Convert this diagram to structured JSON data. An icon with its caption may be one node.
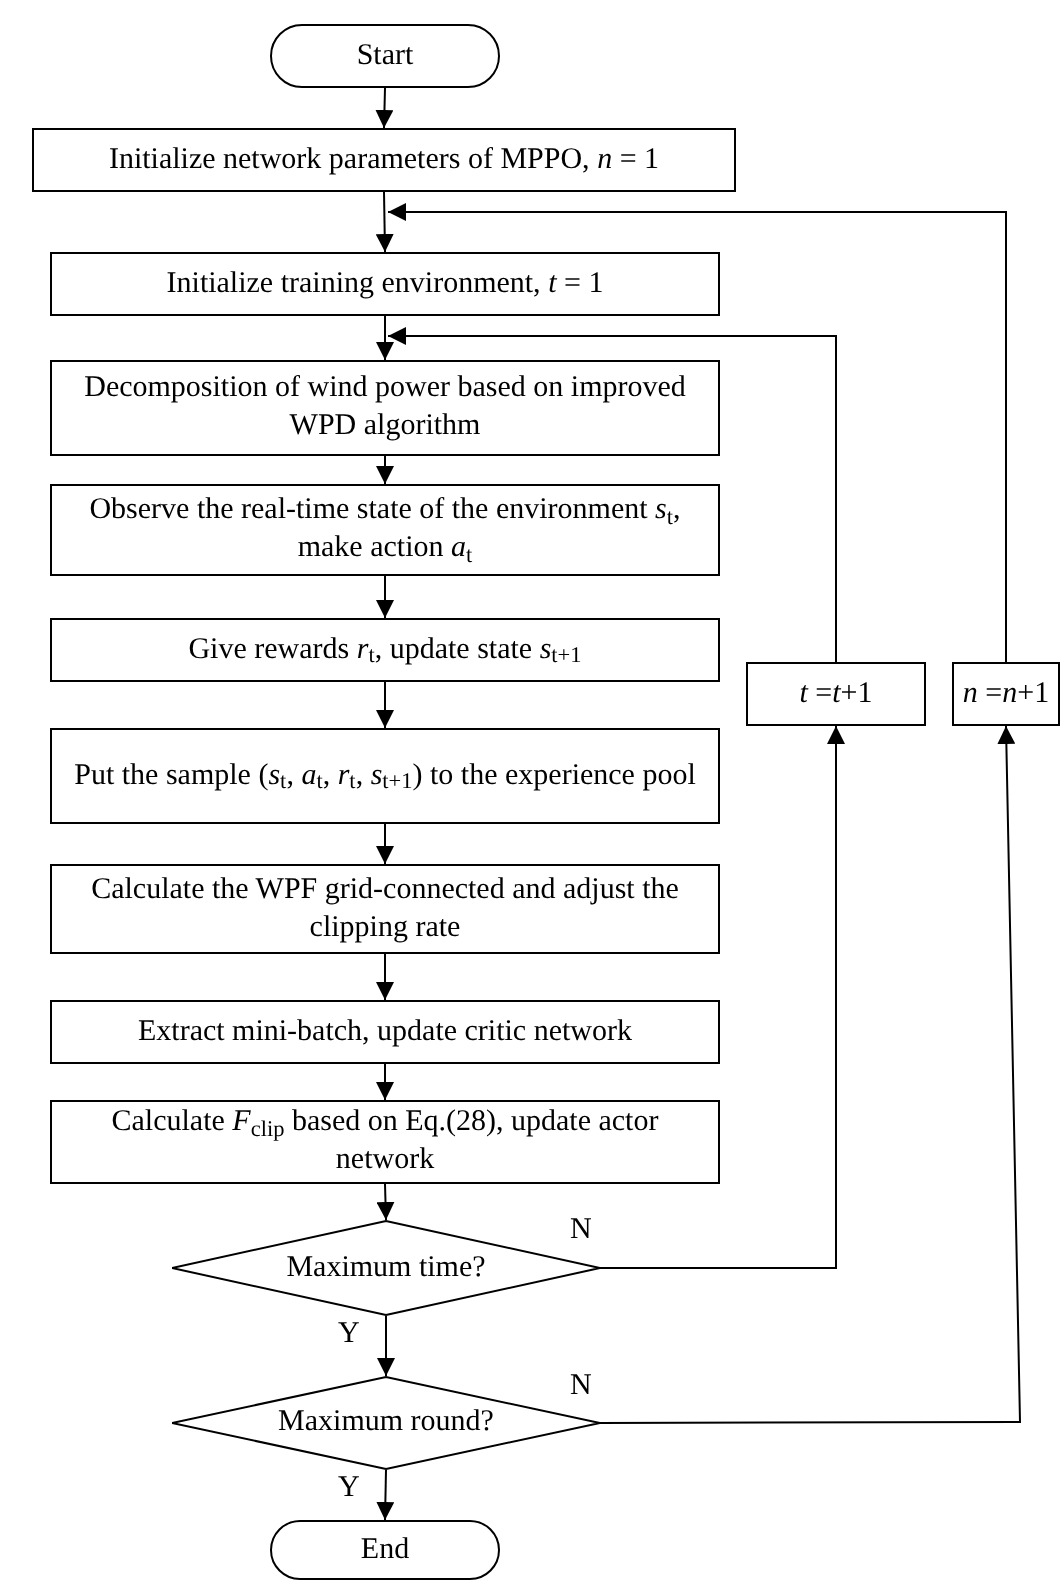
{
  "diagram": {
    "nodes": [
      {
        "text": [
          "Start"
        ]
      },
      {
        "text": [
          "Initialize network parameters of MPPO, *n* = 1"
        ]
      },
      {
        "text": [
          "Initialize training environment, *t* = 1"
        ]
      },
      {
        "text": [
          "Decomposition of wind power based on improved WPD algorithm"
        ]
      },
      {
        "text": [
          "Observe the real-time state of the environment *s*$_{t}$, make action *a*$_{t}$"
        ]
      },
      {
        "text": [
          "Give rewards *r*$_{t}$, update state *s*$_{t+1}$"
        ]
      },
      {
        "text": [
          "Put the sample (*s*$_{t}$, *a*$_{t}$, *r*$_{t}$, *s*$_{t+1}$) to the experience pool"
        ]
      },
      {
        "text": [
          "Calculate the WPF grid-connected and adjust the clipping rate"
        ]
      },
      {
        "text": [
          "Extract mini-batch, update critic network"
        ]
      },
      {
        "text": [
          "Calculate *F*$_{clip}$ based on Eq.(28), update actor network"
        ]
      },
      {
        "text": [
          "Maximum time?"
        ]
      },
      {
        "text": [
          "Maximum round?"
        ]
      },
      {
        "text": [
          "End"
        ]
      },
      {
        "text": [
          "*t* =*t*+1"
        ]
      },
      {
        "text": [
          "*n* =*n*+1"
        ]
      }
    ],
    "edges": [
      {
        "from": 0,
        "to": 1,
        "arrow": "to"
      },
      {
        "from": 1,
        "to": 2,
        "arrow": "to"
      },
      {
        "from": 2,
        "to": 3,
        "arrow": "to"
      },
      {
        "from": 3,
        "to": 4,
        "arrow": "to"
      },
      {
        "from": 4,
        "to": 5,
        "arrow": "to"
      },
      {
        "from": 5,
        "to": 6,
        "arrow": "to"
      },
      {
        "from": 6,
        "to": 7,
        "arrow": "to"
      },
      {
        "from": 7,
        "to": 8,
        "arrow": "to"
      },
      {
        "from": 8,
        "to": 9,
        "arrow": "to"
      },
      {
        "from": 9,
        "to": 10,
        "arrow": "to"
      },
      {
        "from": 10,
        "to": 11,
        "arrow": "to",
        "label": "Y"
      },
      {
        "from": 11,
        "to": 12,
        "arrow": "to",
        "label": "Y"
      },
      {
        "from": 10,
        "to": 13,
        "arrow": "to",
        "label": "N"
      },
      {
        "from": 13,
        "to": 3,
        "arrow": "to"
      },
      {
        "from": 11,
        "to": 14,
        "arrow": "to",
        "label": "N"
      },
      {
        "from": 14,
        "to": 2,
        "arrow": "to"
      }
    ]
  }
}
